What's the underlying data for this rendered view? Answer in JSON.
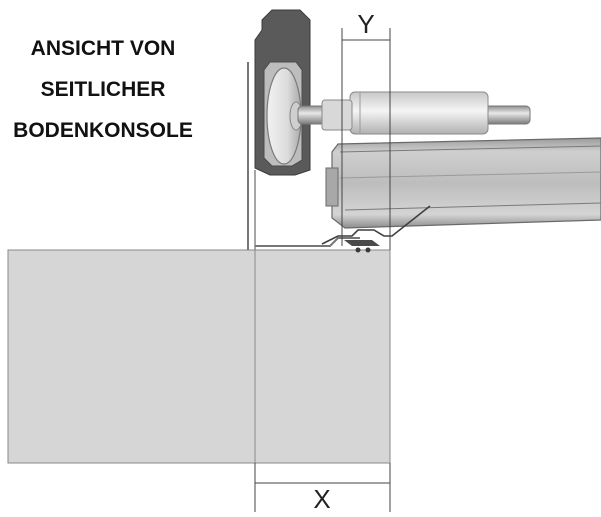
{
  "caption": {
    "lines": [
      "ANSICHT VON",
      "SEITLICHER",
      "BODENKONSOLE"
    ]
  },
  "dimensions": {
    "x_label": "X",
    "y_label": "Y"
  },
  "colors": {
    "wall_fill": "#d6d6d6",
    "outline": "#666666",
    "roller_dark": "#5a5a5a",
    "roller_light": "#e6e6e6",
    "rail_fill": "#b8b8b8",
    "rail_dark": "#6e6e6e",
    "text": "#111111"
  }
}
